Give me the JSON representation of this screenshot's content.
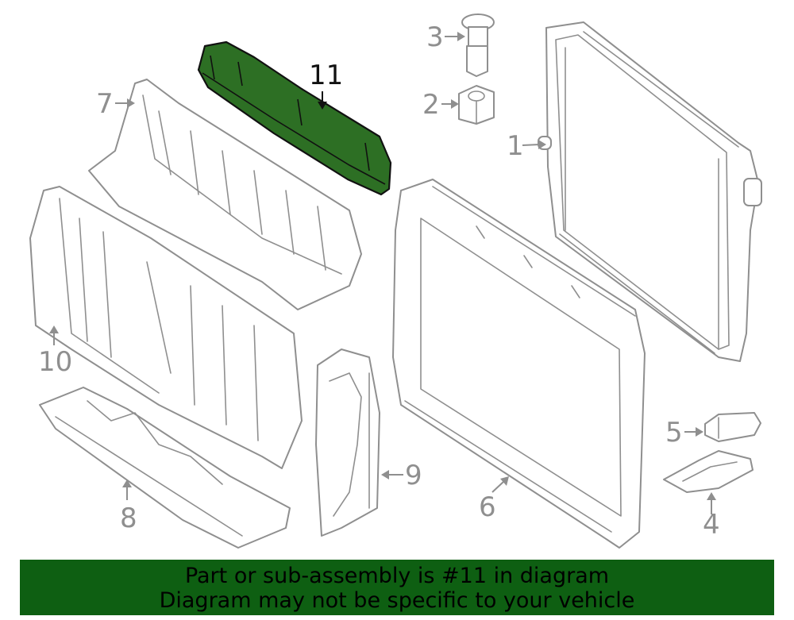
{
  "callouts": {
    "c1": "1",
    "c2": "2",
    "c3": "3",
    "c4": "4",
    "c5": "5",
    "c6": "6",
    "c7": "7",
    "c8": "8",
    "c9": "9",
    "c10": "10",
    "c11": "11"
  },
  "highlight": {
    "part_number": "11",
    "color": "#2d6f24"
  },
  "banner": {
    "line1": "Part or sub-assembly is #11 in diagram",
    "line2": "Diagram may not be specific to your vehicle",
    "background": "#0e5f12"
  }
}
